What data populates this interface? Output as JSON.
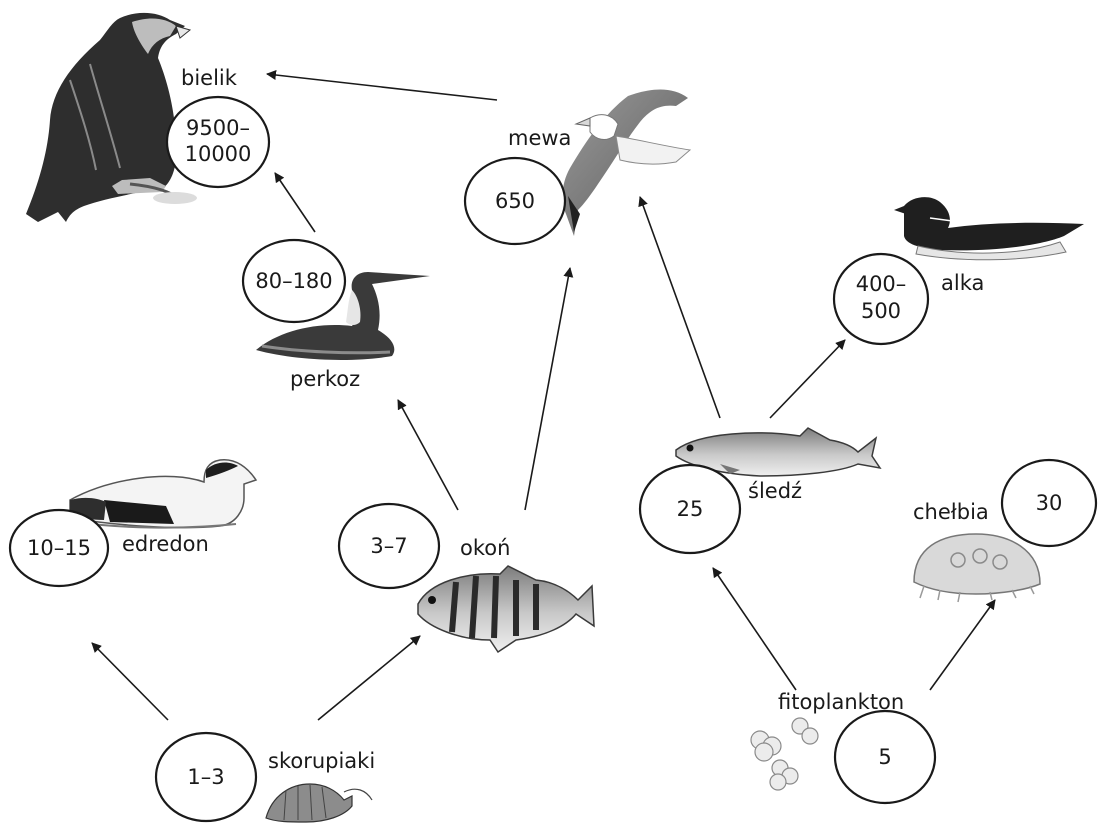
{
  "organisms": {
    "bielik": {
      "name": "bielik",
      "value": [
        "9500–",
        "10000"
      ]
    },
    "mewa": {
      "name": "mewa",
      "value": [
        "650"
      ]
    },
    "perkoz": {
      "name": "perkoz",
      "value": [
        "80–180"
      ]
    },
    "alka": {
      "name": "alka",
      "value": [
        "400–",
        "500"
      ]
    },
    "edredon": {
      "name": "edredon",
      "value": [
        "10–15"
      ]
    },
    "okon": {
      "name": "okoń",
      "value": [
        "3–7"
      ]
    },
    "sledz": {
      "name": "śledź",
      "value": [
        "25"
      ]
    },
    "chelbia": {
      "name": "chełbia",
      "value": [
        "30"
      ]
    },
    "skorupiaki": {
      "name": "skorupiaki",
      "value": [
        "1–3"
      ]
    },
    "fitoplankton": {
      "name": "fitoplankton",
      "value": [
        "5"
      ]
    }
  },
  "links": [
    [
      "skorupiaki",
      "edredon"
    ],
    [
      "skorupiaki",
      "okon"
    ],
    [
      "okon",
      "perkoz"
    ],
    [
      "okon",
      "mewa"
    ],
    [
      "perkoz",
      "bielik"
    ],
    [
      "mewa",
      "bielik"
    ],
    [
      "sledz",
      "mewa"
    ],
    [
      "sledz",
      "alka"
    ],
    [
      "fitoplankton",
      "sledz"
    ],
    [
      "fitoplankton",
      "chelbia"
    ]
  ],
  "icons": {
    "bielik": "eagle-icon",
    "mewa": "gull-icon",
    "perkoz": "grebe-icon",
    "alka": "razorbill-icon",
    "edredon": "eider-duck-icon",
    "okon": "perch-fish-icon",
    "sledz": "herring-fish-icon",
    "chelbia": "jellyfish-icon",
    "skorupiaki": "crustacean-icon",
    "fitoplankton": "phytoplankton-icon"
  }
}
